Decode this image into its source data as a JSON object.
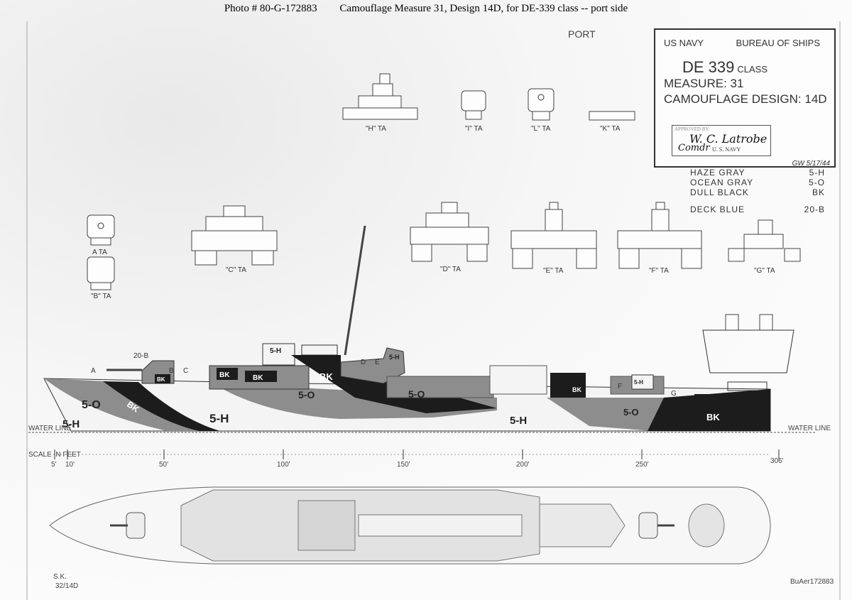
{
  "caption": {
    "photo": "Photo #  80-G-172883",
    "title": "Camouflage Measure 31, Design 14D, for DE-339 class -- port side"
  },
  "port_label": "PORT",
  "title_block": {
    "org": "US NAVY",
    "bureau": "BUREAU OF SHIPS",
    "class_name": "DE 339",
    "class_suffix": "CLASS",
    "measure": "MEASURE: 31",
    "design": "CAMOUFLAGE DESIGN: 14D",
    "approved_by": "APPROVED BY:",
    "signature": "W. C. Latrobe",
    "rank": "Comdr",
    "navy": "U. S. NAVY",
    "initials_date": "GW 5/17/44"
  },
  "legend": [
    {
      "name": "HAZE GRAY",
      "code": "5-H",
      "color": "#f4f4f4"
    },
    {
      "name": "OCEAN GRAY",
      "code": "5-O",
      "color": "#8a8a8a"
    },
    {
      "name": "DULL BLACK",
      "code": "BK",
      "color": "#1c1c1c"
    },
    {
      "name": "DECK BLUE",
      "code": "20-B",
      "color": "#555555"
    }
  ],
  "views": {
    "H": "\"H\" TA",
    "I": "\"I\" TA",
    "L": "\"L\" TA",
    "K": "\"K\" TA",
    "A": "A TA",
    "B": "\"B\" TA",
    "C": "\"C\" TA",
    "D": "\"D\" TA",
    "E": "\"E\" TA",
    "F": "\"F\" TA",
    "G": "\"G\" TA"
  },
  "hull_labels": {
    "bow_5h": "5-H",
    "bow_5o": "5-O",
    "bow_bk": "BK",
    "mid_5h": "5-H",
    "aft_5h": "5-H",
    "mid_5o": "5-O",
    "mid2_5o": "5-O",
    "stern_5o": "5-O",
    "stern_bk": "BK",
    "bridge_bk": "BK",
    "house_bk1": "BK",
    "house_bk2": "BK",
    "gun_bk": "BK",
    "aft_house_bk": "BK",
    "bridge_5h": "5-H",
    "stack_5h": "5-H",
    "aft_5h_box": "5-H",
    "deck_20b": "20-B",
    "ref_a": "A",
    "ref_b": "B",
    "ref_c": "C",
    "ref_d": "D",
    "ref_e": "E",
    "ref_f": "F",
    "ref_g": "G"
  },
  "waterline": {
    "label": "WATER LINE"
  },
  "scale": {
    "label": "SCALE IN FEET",
    "ticks": [
      "5'",
      "10'",
      "50'",
      "100'",
      "150'",
      "200'",
      "250'",
      "306'"
    ]
  },
  "drawing_id": "S.K. 32/14D",
  "stamp": "BuAer172883"
}
